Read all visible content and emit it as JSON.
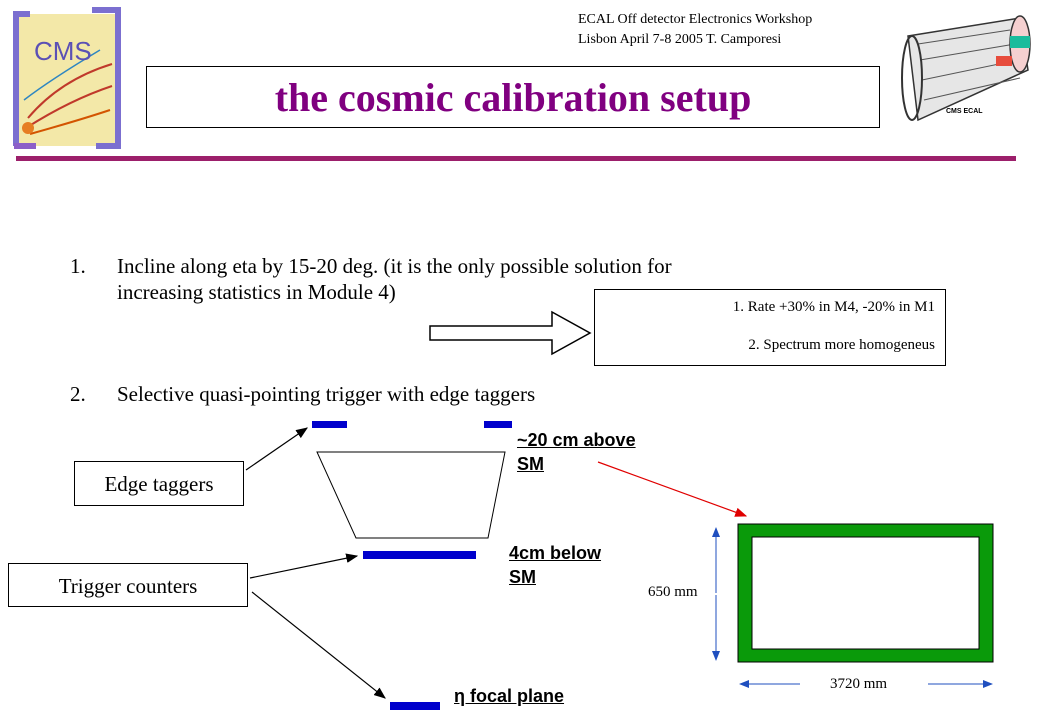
{
  "header": {
    "workshop_line": "ECAL Off detector Electronics  Workshop",
    "location_line": "Lisbon April 7-8 2005 T. Camporesi",
    "cms_logo_text": "CMS",
    "ecal_image_label": "CMS ECAL"
  },
  "title": "the cosmic calibration setup",
  "list": [
    {
      "number": "1.",
      "lines": [
        "Incline along eta by 15-20 deg. (it is the only possible solution for",
        "increasing statistics in Module 4)"
      ]
    },
    {
      "number": "2.",
      "lines": [
        "Selective quasi-pointing trigger with edge taggers"
      ]
    }
  ],
  "notes": [
    "1. Rate +30% in M4, -20% in M1",
    "2. Spectrum more homogeneus"
  ],
  "labels": {
    "edge_taggers": "Edge taggers",
    "trigger_counters": "Trigger counters",
    "above_line1": "~20 cm above",
    "above_line2": "SM",
    "below_line1": "4cm below",
    "below_line2": "SM",
    "focal_plane": "η focal plane",
    "height": "650 mm",
    "width": "3720 mm"
  },
  "colors": {
    "title": "#800080",
    "divider": "#9c1f6b",
    "counters": "#0000cc",
    "frame": "#0a9a0a",
    "pointer_arrow": "#e00000"
  }
}
